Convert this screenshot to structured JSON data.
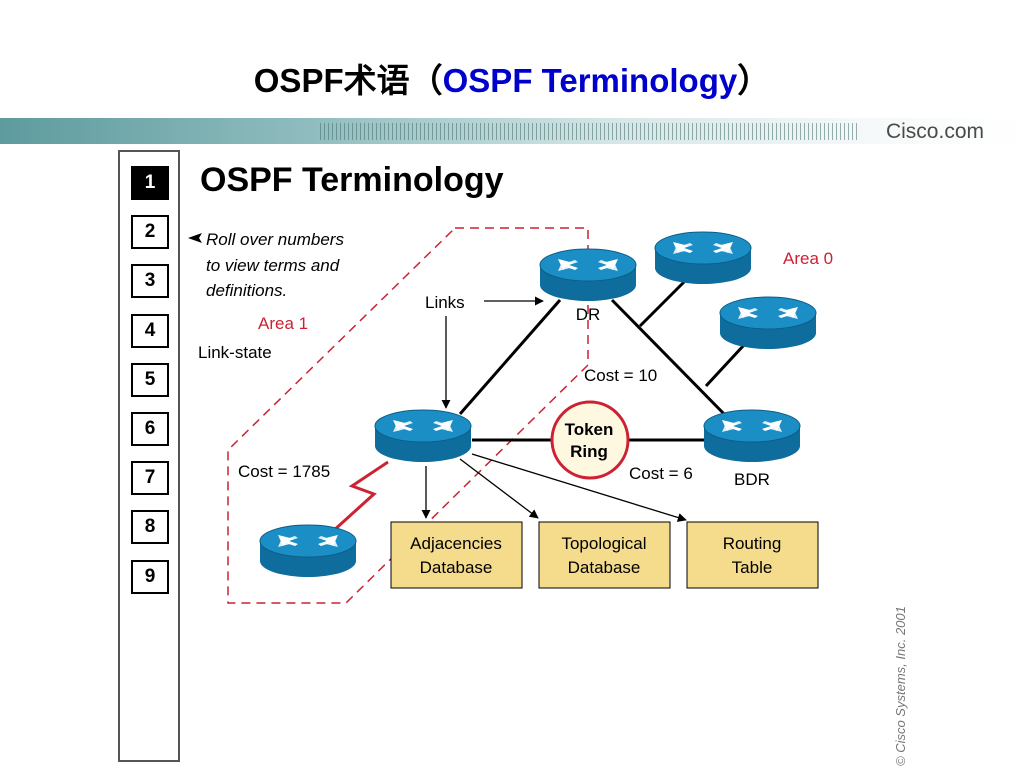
{
  "slide": {
    "title_cn": "OSPF术语（",
    "title_en": "OSPF Terminology",
    "title_close": "）"
  },
  "banner": {
    "logo": "Cisco.com",
    "stripe_color": "#5e9b9e"
  },
  "sidebar": {
    "numbers": [
      "1",
      "2",
      "3",
      "4",
      "5",
      "6",
      "7",
      "8",
      "9"
    ],
    "active": "1"
  },
  "diagram": {
    "heading": "OSPF Terminology",
    "instructions": [
      "Roll over numbers",
      "to view terms and",
      "definitions."
    ],
    "area1_label": "Area 1",
    "area0_label": "Area 0",
    "link_state_label": "Link-state",
    "links_label": "Links",
    "dr_label": "DR",
    "bdr_label": "BDR",
    "cost_10": "Cost = 10",
    "cost_6": "Cost = 6",
    "cost_1785": "Cost = 1785",
    "token_ring": [
      "Token",
      "Ring"
    ],
    "db_adjacencies": [
      "Adjacencies",
      "Database"
    ],
    "db_topological": [
      "Topological",
      "Database"
    ],
    "db_routing": [
      "Routing",
      "Table"
    ],
    "colors": {
      "area_border": "#cc2233",
      "area_label": "#cc2233",
      "router_fill": "#1b8ec6",
      "router_dark": "#0e6d9c",
      "db_fill": "#f5dc8c",
      "token_ring_border": "#cc2233",
      "token_ring_fill": "#fff8e0"
    }
  },
  "copyright": "© Cisco Systems, Inc. 2001"
}
